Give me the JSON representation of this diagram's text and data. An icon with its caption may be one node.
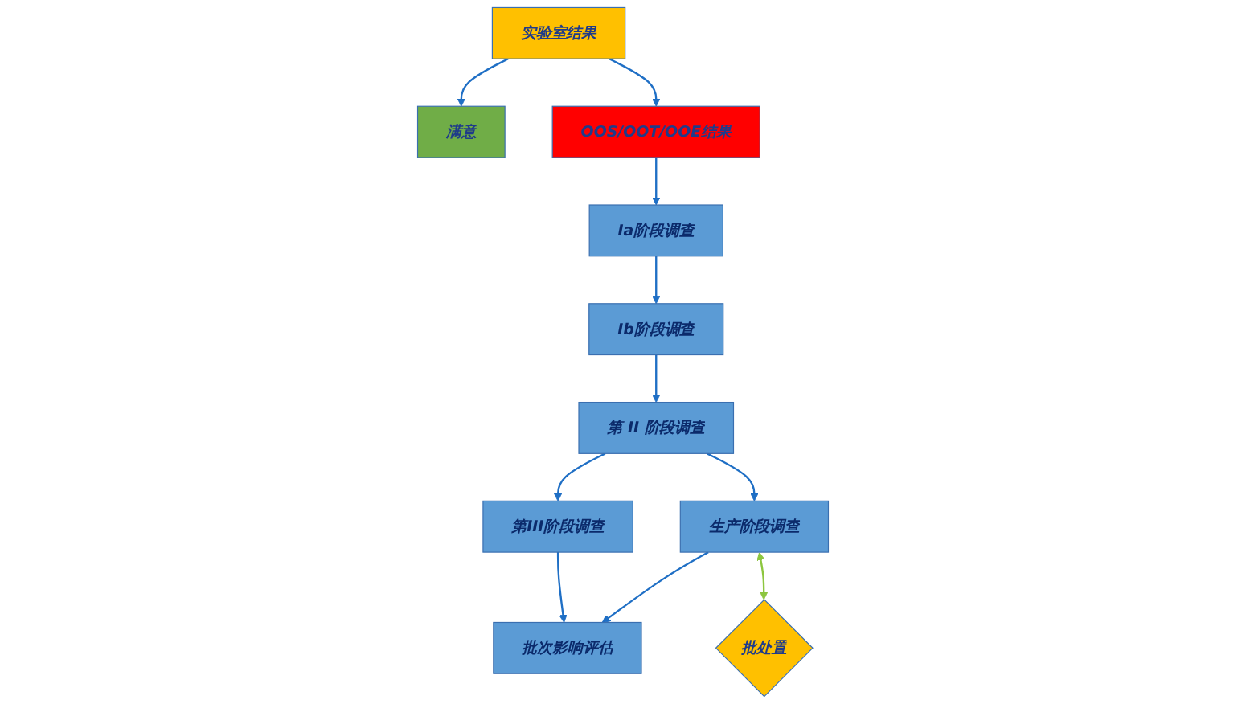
{
  "diagram": {
    "nodes": [
      {
        "text": [
          "实验室结果"
        ]
      },
      {
        "text": [
          "满意"
        ]
      },
      {
        "text": [
          "OOS/OOT/OOE结果"
        ]
      },
      {
        "text": [
          "Ia阶段调查"
        ]
      },
      {
        "text": [
          "Ib阶段调查"
        ]
      },
      {
        "text": [
          "第 II 阶段调查"
        ]
      },
      {
        "text": [
          "第III阶段调查"
        ]
      },
      {
        "text": [
          "生产阶段调查"
        ]
      },
      {
        "text": [
          "批次影响评估"
        ]
      },
      {
        "text": [
          "批处置"
        ]
      }
    ],
    "edges": [
      {
        "from": 0,
        "to": 1,
        "arrow": "to"
      },
      {
        "from": 0,
        "to": 2,
        "arrow": "to"
      },
      {
        "from": 2,
        "to": 3,
        "arrow": "to"
      },
      {
        "from": 3,
        "to": 4,
        "arrow": "to"
      },
      {
        "from": 4,
        "to": 5,
        "arrow": "to"
      },
      {
        "from": 5,
        "to": 7,
        "arrow": "to"
      },
      {
        "from": 7,
        "to": 8,
        "arrow": "to"
      },
      {
        "from": 5,
        "to": 6,
        "arrow": "to"
      },
      {
        "from": 6,
        "to": 8,
        "arrow": "to"
      },
      {
        "from": 7,
        "to": 9,
        "arrow": "both",
        "color": "#8dc63f"
      }
    ]
  }
}
